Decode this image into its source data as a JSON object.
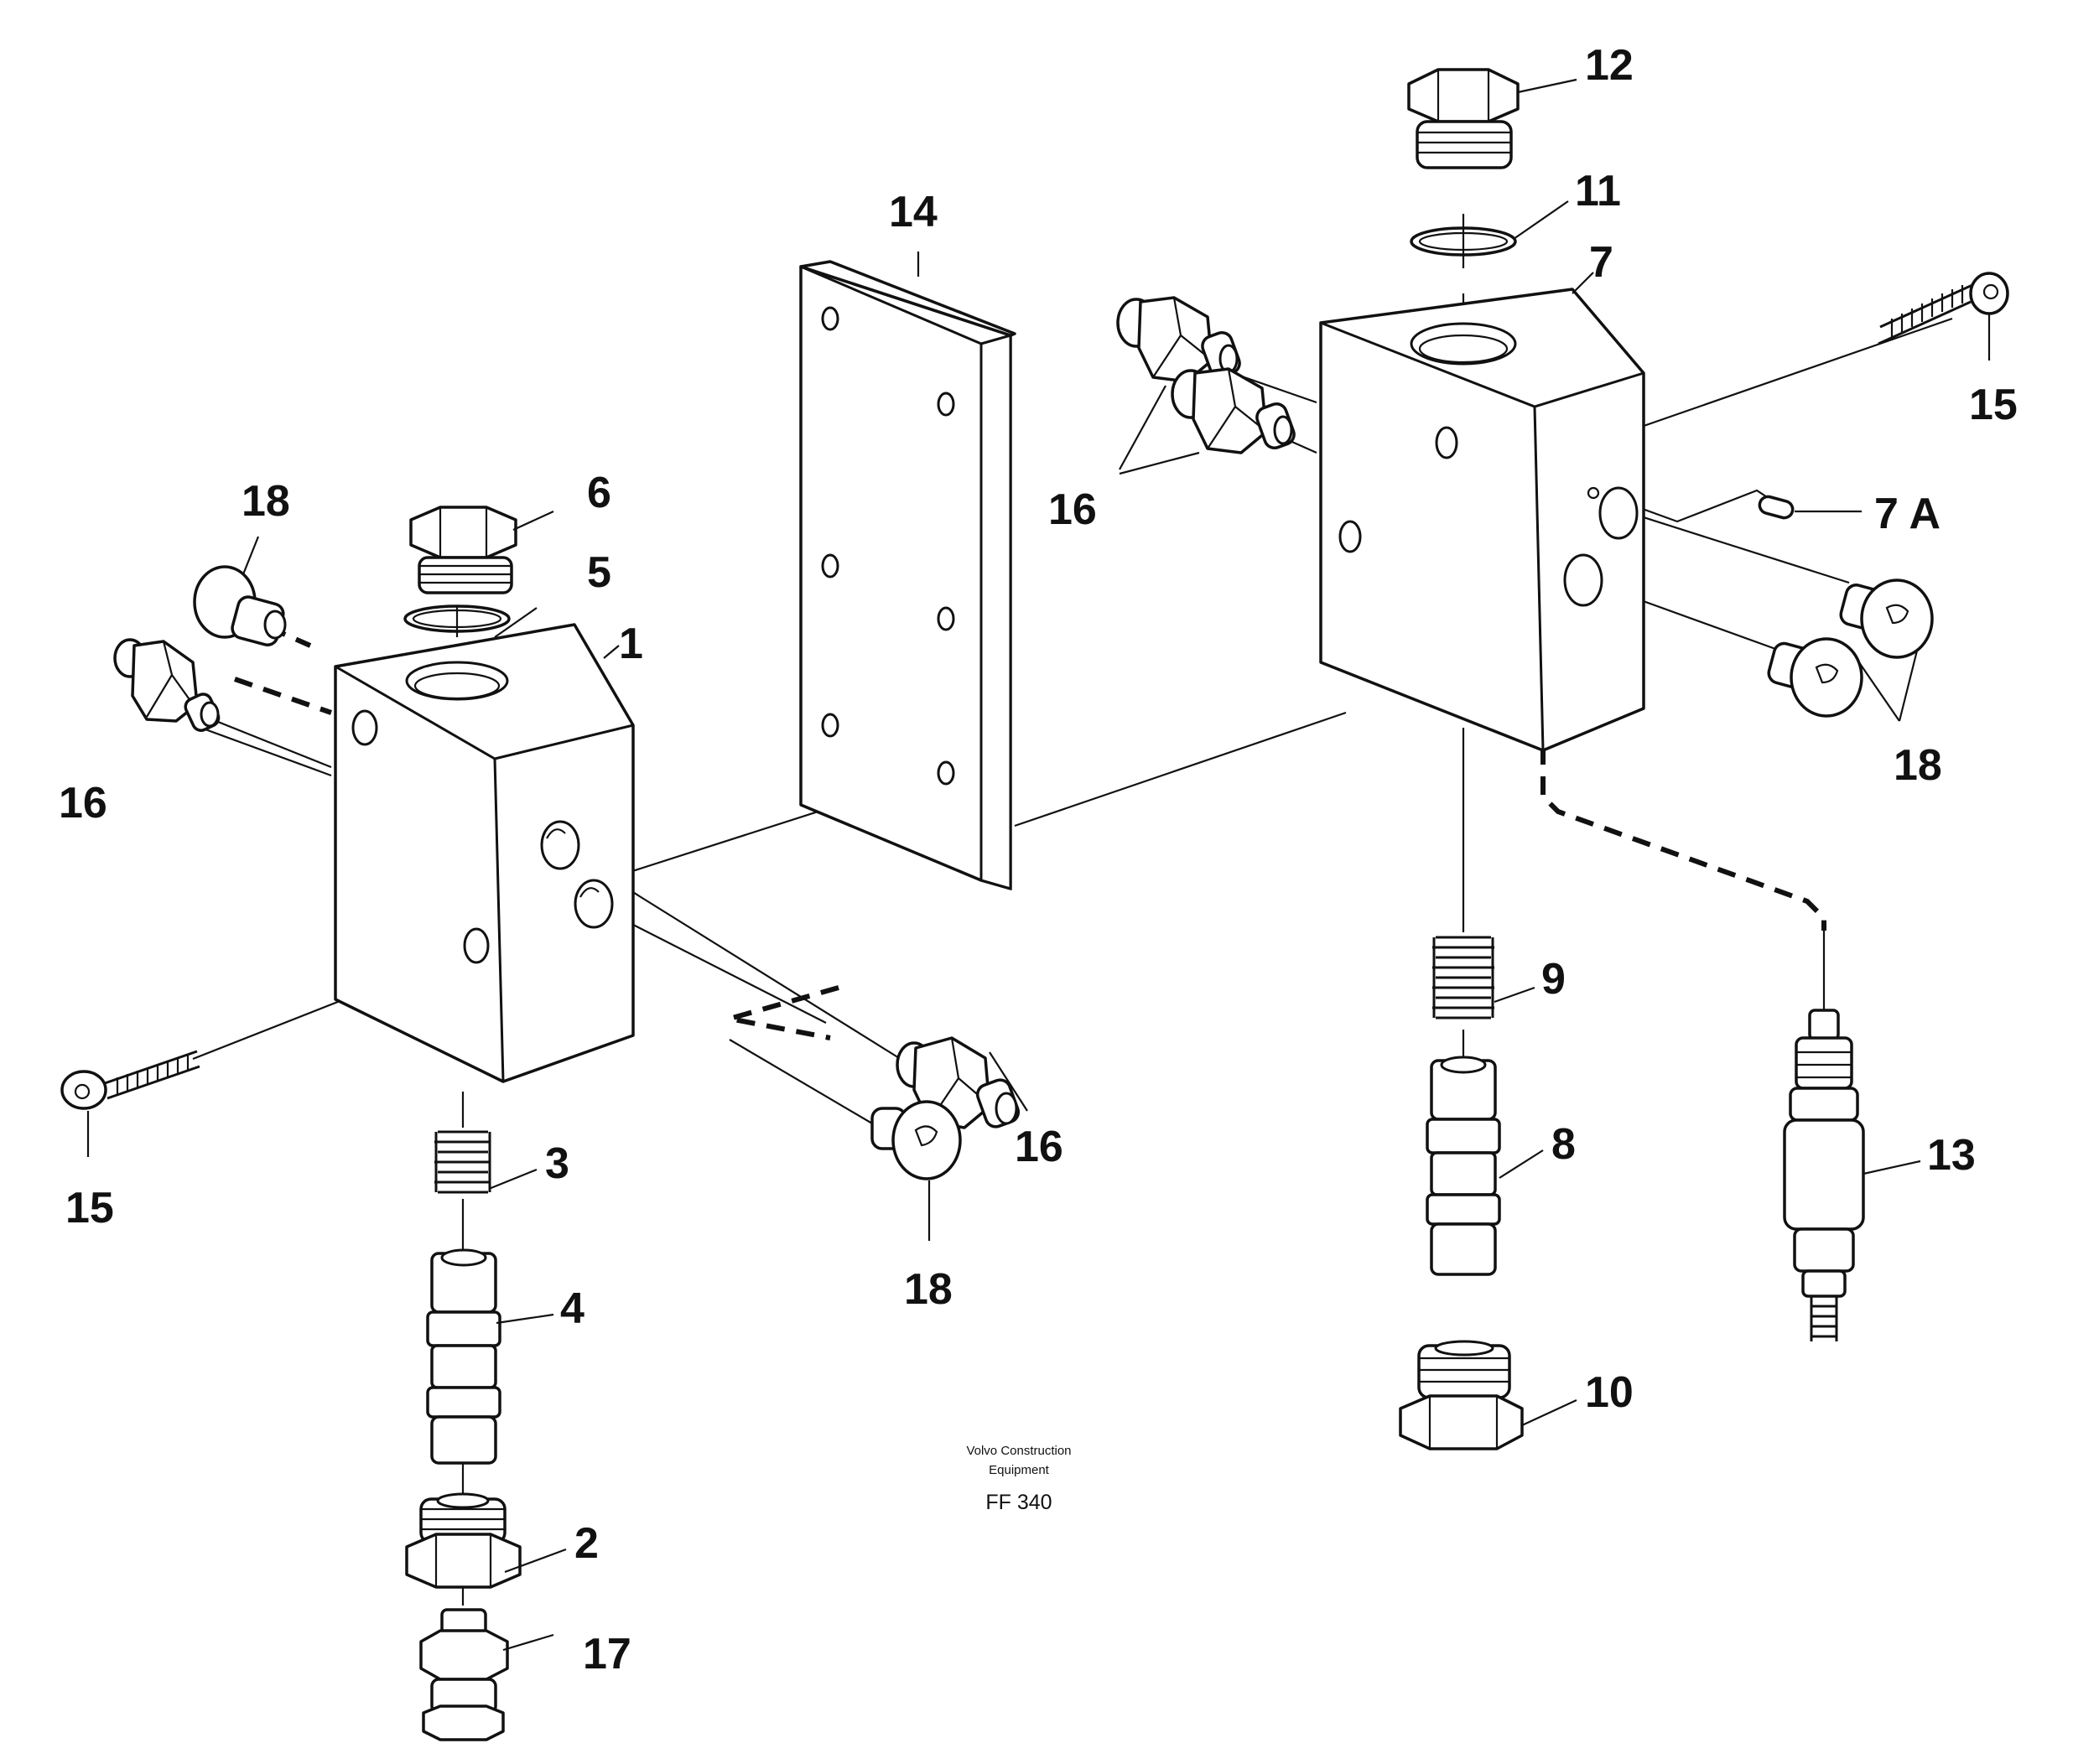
{
  "diagram": {
    "callouts": {
      "c1": "1",
      "c2": "2",
      "c3": "3",
      "c4": "4",
      "c5": "5",
      "c6": "6",
      "c7": "7",
      "c7a": "7 A",
      "c8": "8",
      "c9": "9",
      "c10": "10",
      "c11": "11",
      "c12": "12",
      "c13": "13",
      "c14": "14",
      "c15a": "15",
      "c15b": "15",
      "c16a": "16",
      "c16b": "16",
      "c16c": "16",
      "c17": "17",
      "c18a": "18",
      "c18b": "18",
      "c18c": "18"
    },
    "caption": {
      "line1": "Volvo Construction",
      "line2": "Equipment",
      "code": "FF 340"
    }
  }
}
